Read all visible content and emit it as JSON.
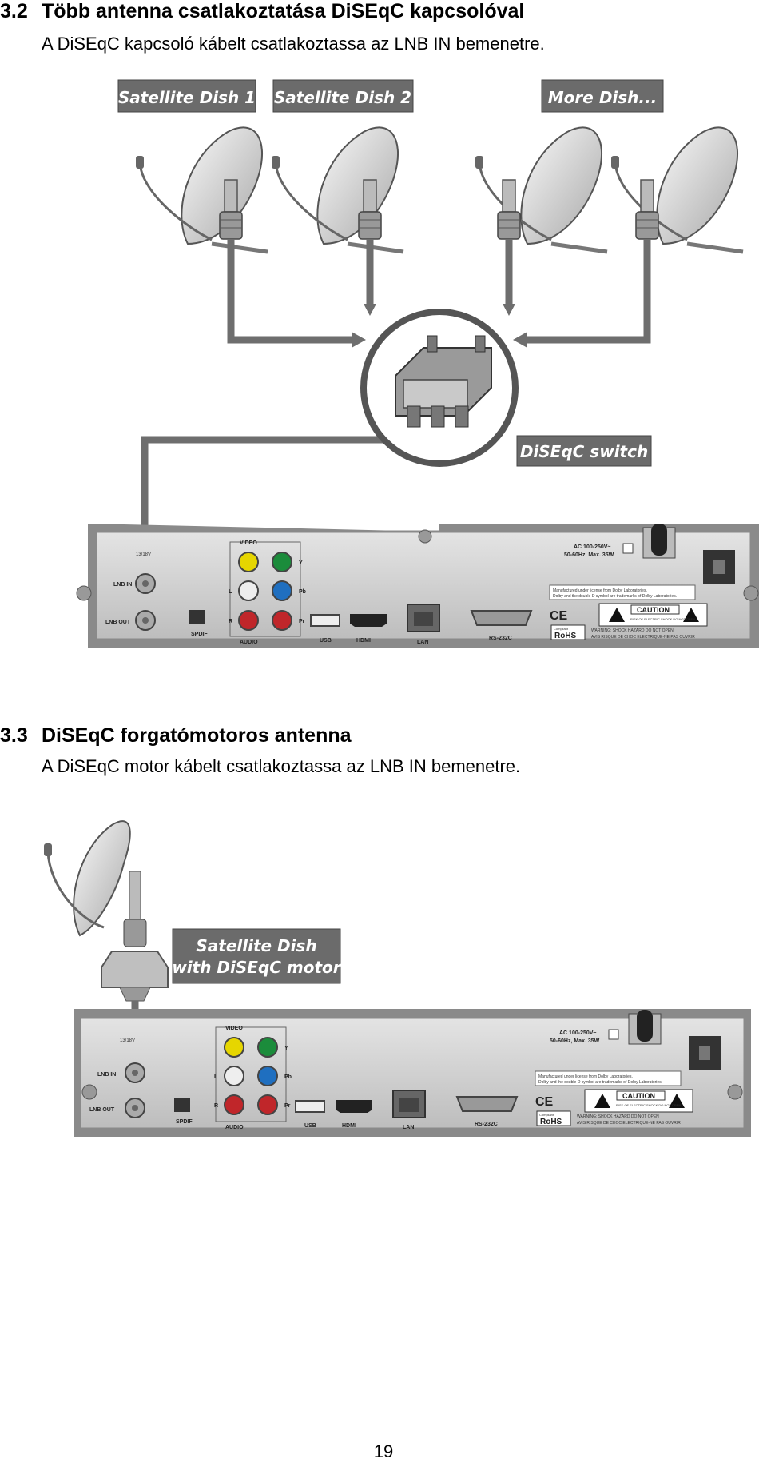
{
  "section_1": {
    "number": "3.2",
    "title": "Több antenna csatlakoztatása DiSEqC kapcsolóval",
    "text": "A DiSEqC kapcsoló kábelt csatlakoztassa az LNB IN bemenetre."
  },
  "diagram_1": {
    "dish_labels": [
      "Satellite Dish 1",
      "Satellite Dish 2",
      "More Dish..."
    ],
    "switch_label": "DiSEqC switch"
  },
  "section_2": {
    "number": "3.3",
    "title": "DiSEqC forgatómotoros antenna",
    "text": "A DiSEqC motor kábelt csatlakoztassa az LNB IN bemenetre."
  },
  "diagram_2": {
    "dish_label_line1": "Satellite Dish",
    "dish_label_line2": "with DiSEqC motor"
  },
  "receiver_panel": {
    "lnb_in": "LNB IN",
    "lnb_out": "LNB OUT",
    "lnb_spec": "13/18V",
    "spdif": "SPDIF",
    "video": "VIDEO",
    "audio": "AUDIO",
    "y": "Y",
    "pb": "Pb",
    "pr": "Pr",
    "l": "L",
    "r": "R",
    "usb": "USB",
    "hdmi": "HDMI",
    "lan": "LAN",
    "rs232": "RS-232C",
    "power_line1": "AC 100-250V~",
    "power_line2": "50-60Hz, Max. 35W",
    "dolby_line1": "Manufactured under license from Dolby Laboratories.",
    "dolby_line2": "Dolby and the double-D symbol are trademarks of Dolby Laboratories.",
    "caution": "CAUTION",
    "caution_sub": "RISK OF ELECTRIC SHOCK DO NOT OPEN",
    "warning_line1": "WARNING: SHOCK HAZARD DO NOT OPEN",
    "warning_line2": "AVIS RISQUE DE CHOC ELECTRIQUE-NE PAS OUVRIR",
    "ce": "CE",
    "rohs": "RoHS",
    "compliant": "Compliant"
  },
  "page_number": "19",
  "colors": {
    "label_bg": "#6b6b6b",
    "cable": "#6e6e6e",
    "panel": "#c8c8c8",
    "panel_edge": "#8a8a8a"
  }
}
